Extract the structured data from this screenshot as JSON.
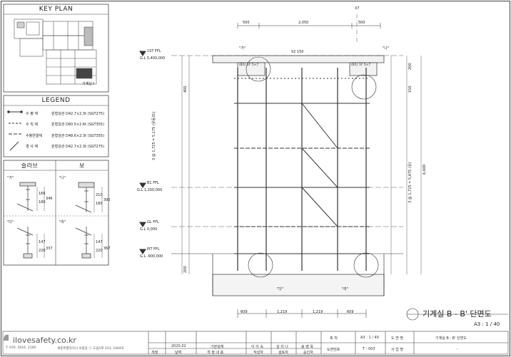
{
  "key_plan": {
    "title": "KEY PLAN",
    "mark_label": "기계실↑"
  },
  "legend": {
    "title": "LEGEND",
    "items": [
      {
        "name": "수 평 재",
        "spec": "원형강관  D42.7×2.3t (SGT275)"
      },
      {
        "name": "수 직 재",
        "spec": "원형강관  D60.5×2.6t (SGT355)"
      },
      {
        "name": "수평연결재",
        "spec": "원형강관  D48.6×2.3t (SGT355)"
      },
      {
        "name": "경 사 재",
        "spec": "원형강관  D42.7×2.3t (SGT275)"
      }
    ]
  },
  "details": {
    "slab_title": "슬라브",
    "beam_title": "보",
    "slab_upper": {
      "tag": "\"가\"",
      "dims": [
        "166",
        "180",
        "346"
      ]
    },
    "beam_upper": {
      "tag": "\"나\"",
      "dims": [
        "210",
        "180",
        "390"
      ]
    },
    "slab_lower": {
      "tag": "\"다\"",
      "dims": [
        "147",
        "220",
        "337"
      ]
    },
    "beam_lower": {
      "tag": "\"라\"",
      "dims": [
        "147",
        "220",
        "367"
      ]
    }
  },
  "section": {
    "grid_mark": "X7",
    "top_dims": [
      "500",
      "2,050",
      "500"
    ],
    "bottom_dims": [
      "609",
      "1,219",
      "1,219",
      "609"
    ],
    "slab_label": "S2 150",
    "beam_left_label": "(B1) 1F 5×7",
    "beam_right_label": "(B1) 1F 5×7",
    "levels": [
      {
        "name": "1ST FFL",
        "gl": "G.L 5,400,000"
      },
      {
        "name": "B1 FFL",
        "gl": "G.L 1,200,000"
      },
      {
        "name": "GL FFL",
        "gl": "G.L 0,000"
      },
      {
        "name": "PIT FFL",
        "gl": "G.L -900,000"
      }
    ],
    "left_dim_text": "3 @ 1,725 = 5,175 (유동31)",
    "right_dim_text": "3 @ 1,725 = 5,475 (유)",
    "right_total": "6,600",
    "right_top": "200",
    "right_small": "150",
    "bottom_small": "200",
    "left_small": "400",
    "callout_tags": [
      "\"가\"",
      "\"나\"",
      "\"다\"",
      "\"라\""
    ]
  },
  "drawing_title": {
    "title": "기계실 B - B' 단면도",
    "scale": "A3 : 1 / 40"
  },
  "title_block": {
    "company_site": "ilovesafety.co.kr",
    "company_phone": "T. 070. 5016. 2100",
    "company_address": "세종특별자치시 보람동 ⓒ 도움5로 253, 1004호",
    "date": "2020.02",
    "date_label": "날짜",
    "revision_col": "개정",
    "plan_label": "기본설계",
    "plan_content": "개 정 내 용",
    "designer_label": "이 이 숙",
    "designer_role": "작성자",
    "checker_label": "김 리 나",
    "checker_role": "검토자",
    "approver_label": "송 영 욱",
    "approver_role": "승인자",
    "scale_label": "축 척",
    "scale_value": "A3 : 1 / 40",
    "drawing_label": "도 면 명",
    "drawing_value": "기계실 B - B' 단면도",
    "drawing_no_label": "도면번호",
    "drawing_no_value": "T - 003",
    "project_label": "사 업 명",
    "project_value": "-"
  }
}
